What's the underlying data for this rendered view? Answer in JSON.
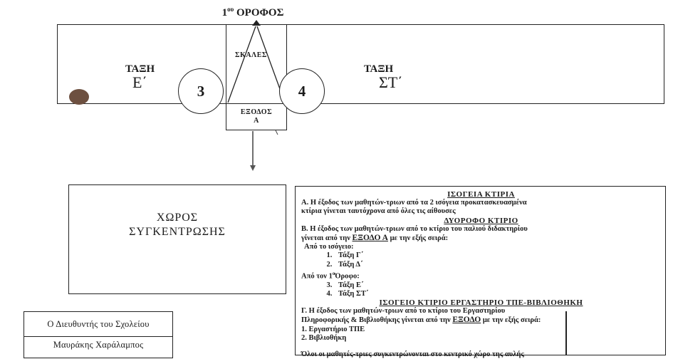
{
  "floor_title": {
    "num": "1",
    "sup": "ου",
    "text": "ΟΡΟΦΟΣ"
  },
  "rooms": {
    "left": {
      "name": "ΤΑΞΗ",
      "grade": "Ε΄"
    },
    "right": {
      "name": "ΤΑΞΗ",
      "grade": "ΣΤ΄"
    }
  },
  "stairs_label": "ΣΚΑΛΕΣ",
  "exit_label_1": "ΕΞΟΔΟΣ",
  "exit_label_2": "Α",
  "circles": [
    "3",
    "4"
  ],
  "gathering_area": [
    "ΧΩΡΟΣ",
    "ΣΥΓΚΕΝΤΡΩΣΗΣ"
  ],
  "instructions": {
    "h1": "ΙΣΟΓΕΙΑ ΚΤΙΡΙΑ",
    "a1": "Α. Η έξοδος των μαθητών-τριων  από τα 2 ισόγεια προκατασκευασμένα",
    "a2": "κτίρια γίνεται ταυτόχρονα  από όλες τις αίθουσες",
    "h2": "ΔΥΟΡΟΦΟ ΚΤΙΡΙΟ",
    "b1": "Β. Η έξοδος των μαθητών-τριων από το  κτίριο του παλιού διδακτηρίου",
    "b2_pre": "γίνεται από την ",
    "b2_exit": "ΕΞΟΔΟ Α",
    "b2_post": " με την εξής σειρά:",
    "from_ground": "Από το ισόγειο:",
    "ground_list": [
      "Τάξη  Γ΄",
      "Τάξη  Δ΄"
    ],
    "from_first": "Από τον 1",
    "from_first_sup": "ο",
    "from_first_post": "Όροφο:",
    "first_list": [
      "Τάξη Ε΄",
      "Τάξη  ΣΤ΄"
    ],
    "h3": "ΙΣΟΓΕΙΟ ΚΤΙΡΙΟ ΕΡΓΑΣΤΗΡΙΟ ΤΠΕ-ΒΙΒΛΙΟΘΗΚΗ",
    "c1": "Γ. Η έξοδος των μαθητών-τριων από το  κτίριο του Εργαστηρίου",
    "c2_pre": "Πληροφορικής  & Βιβλιοθήκης γίνεται από την ",
    "c2_exit": "ΕΞΟΔΟ",
    "c2_post": " με την εξής σειρά:",
    "c_list": [
      "1. Εργαστήριο ΤΠΕ",
      "2. Βιβλιοθήκη"
    ],
    "final": "Όλοι οι μαθητές-τριες  συγκεντρώνονται στο κεντρικό χώρο της αυλής"
  },
  "signature": {
    "role": "Ο Διευθυντής του Σχολείου",
    "name": "Μαυράκης Χαράλαμπος"
  },
  "colors": {
    "ink": "#1a1a1a",
    "dot": "#6d5040",
    "paper": "#ffffff"
  }
}
